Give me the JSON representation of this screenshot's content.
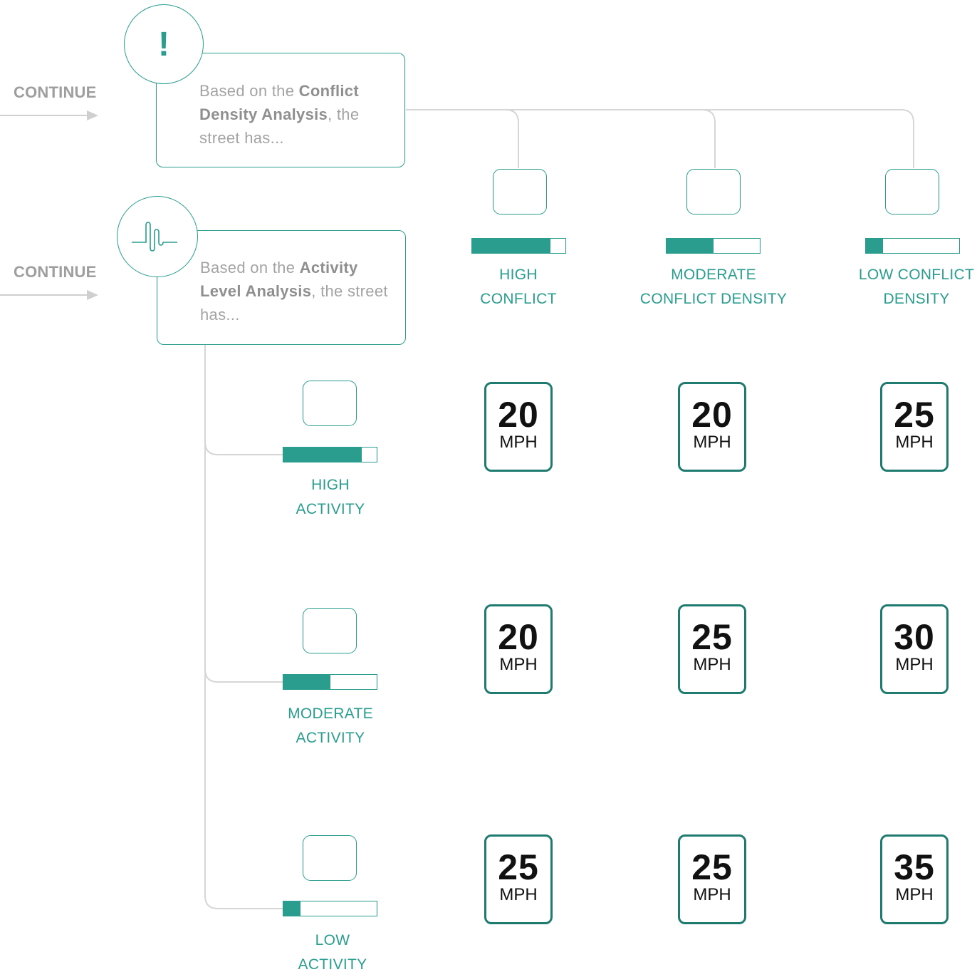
{
  "continue_labels": [
    "CONTINUE",
    "CONTINUE"
  ],
  "conflict_card": {
    "icon": "exclamation-icon",
    "glyph": "!",
    "prefix": "Based on the ",
    "bold": "Conflict Density Analysis",
    "suffix": ", the street has..."
  },
  "activity_card": {
    "icon": "waveform-icon",
    "prefix": "Based on the ",
    "bold": "Activity Level Analysis",
    "suffix": ", the street has..."
  },
  "conflict_levels": [
    {
      "label_line1": "HIGH",
      "label_line2": "CONFLICT",
      "fill_fraction": 0.84
    },
    {
      "label_line1": "MODERATE",
      "label_line2": "CONFLICT DENSITY",
      "fill_fraction": 0.5
    },
    {
      "label_line1": "LOW CONFLICT",
      "label_line2": "DENSITY",
      "fill_fraction": 0.18
    }
  ],
  "activity_levels": [
    {
      "label_line1": "HIGH",
      "label_line2": "ACTIVITY",
      "fill_fraction": 0.84
    },
    {
      "label_line1": "MODERATE",
      "label_line2": "ACTIVITY",
      "fill_fraction": 0.5
    },
    {
      "label_line1": "LOW",
      "label_line2": "ACTIVITY",
      "fill_fraction": 0.18
    }
  ],
  "speed_unit": "MPH",
  "speed_limits": [
    [
      "20",
      "20",
      "25"
    ],
    [
      "20",
      "25",
      "30"
    ],
    [
      "25",
      "25",
      "35"
    ]
  ],
  "colors": {
    "accent": "#2a9d8f",
    "sign_border": "#1f7a70",
    "connector": "#d6d6d6",
    "muted_text": "#a3a3a3"
  }
}
